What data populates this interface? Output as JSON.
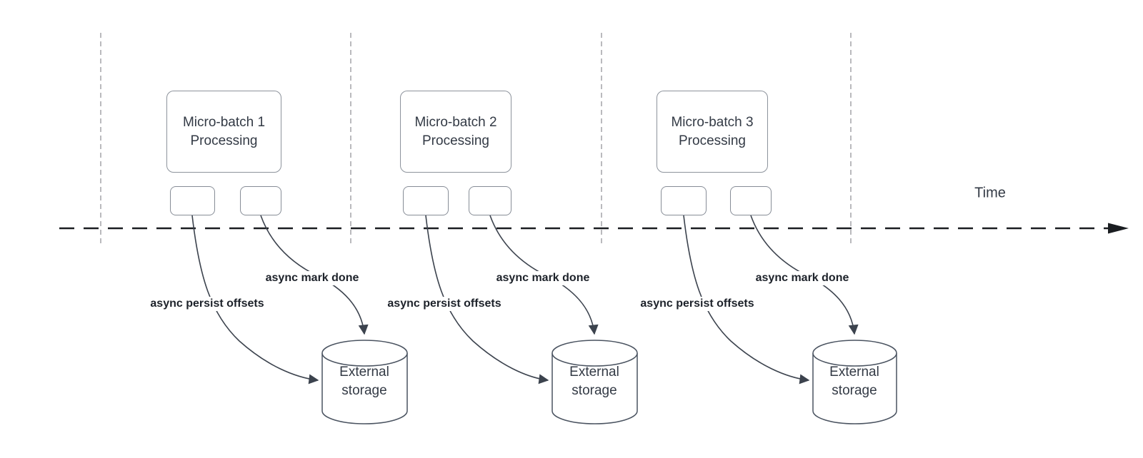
{
  "timeline": {
    "label": "Time"
  },
  "colors": {
    "background": "#ffffff",
    "timeline_stroke": "#1a1d21",
    "gridline_stroke": "#a9a9ad",
    "connector_stroke": "#3c434e",
    "box_stroke": "#8d939c",
    "cylinder_stroke": "#4a5360",
    "shape_text": "#333a45",
    "arrow_label_text": "#1d222a"
  },
  "groups": [
    {
      "box_line1": "Micro-batch 1",
      "box_line2": "Processing",
      "persist_label": "async persist offsets",
      "mark_done_label": "async mark done",
      "storage_line1": "External",
      "storage_line2": "storage"
    },
    {
      "box_line1": "Micro-batch 2",
      "box_line2": "Processing",
      "persist_label": "async persist offsets",
      "mark_done_label": "async mark done",
      "storage_line1": "External",
      "storage_line2": "storage"
    },
    {
      "box_line1": "Micro-batch 3",
      "box_line2": "Processing",
      "persist_label": "async persist offsets",
      "mark_done_label": "async mark done",
      "storage_line1": "External",
      "storage_line2": "storage"
    }
  ]
}
